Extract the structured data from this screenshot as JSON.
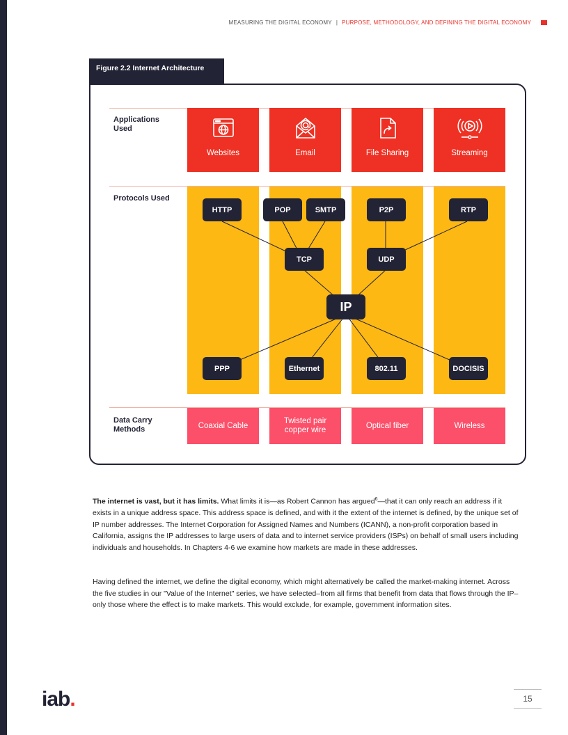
{
  "header": {
    "left": "MEASURING THE DIGITAL ECONOMY",
    "separator": "|",
    "right": "PURPOSE, METHODOLOGY, AND DEFINING THE DIGITAL ECONOMY",
    "accent_color": "#e8322b"
  },
  "figure": {
    "title": "Figure 2.2 Internet Architecture",
    "rows": {
      "applications": "Applications Used",
      "protocols": "Protocols Used",
      "carry": "Data Carry Methods"
    },
    "applications": [
      {
        "label": "Websites",
        "icon": "browser-globe-icon"
      },
      {
        "label": "Email",
        "icon": "envelope-at-icon"
      },
      {
        "label": "File Sharing",
        "icon": "file-share-icon"
      },
      {
        "label": "Streaming",
        "icon": "streaming-icon"
      }
    ],
    "protocols": {
      "http": "HTTP",
      "pop": "POP",
      "smtp": "SMTP",
      "p2p": "P2P",
      "rtp": "RTP",
      "tcp": "TCP",
      "udp": "UDP",
      "ip": "IP",
      "ppp": "PPP",
      "ethernet": "Ethernet",
      "wifi": "802.11",
      "docsis": "DOCISIS"
    },
    "carry_methods": [
      "Coaxial Cable",
      "Twisted pair copper wire",
      "Optical fiber",
      "Wireless"
    ],
    "colors": {
      "applications": "#ee3124",
      "protocols": "#fdb813",
      "carry": "#fc4f69",
      "node": "#232336"
    }
  },
  "body": {
    "p1_bold": "The internet is vast, but it has limits.",
    "p1_a": " What limits it is—as Robert Cannon has argued",
    "p1_sup": "6",
    "p1_b": "—that it can only reach an address if it exists in a unique address space. This address space is defined, and with it the extent of the internet is defined, by the unique set of IP number addresses. The Internet Corporation for Assigned Names and Numbers (ICANN), a non-profit corporation based in California, assigns the IP addresses to large users of data and to internet service providers (ISPs) on behalf of small users including individuals and households. In Chapters 4-6 we examine how markets are made in these addresses.",
    "p2": "Having defined the internet, we define the digital economy, which might alternatively be called the market-making internet. Across the five studies in our \"Value of the Internet\" series, we have selected–from all firms that benefit from data that flows through the IP–only those where the effect is to make markets.  This would exclude, for example, government information sites."
  },
  "footer": {
    "logo": "iab",
    "logo_dot": ".",
    "page_number": "15"
  }
}
